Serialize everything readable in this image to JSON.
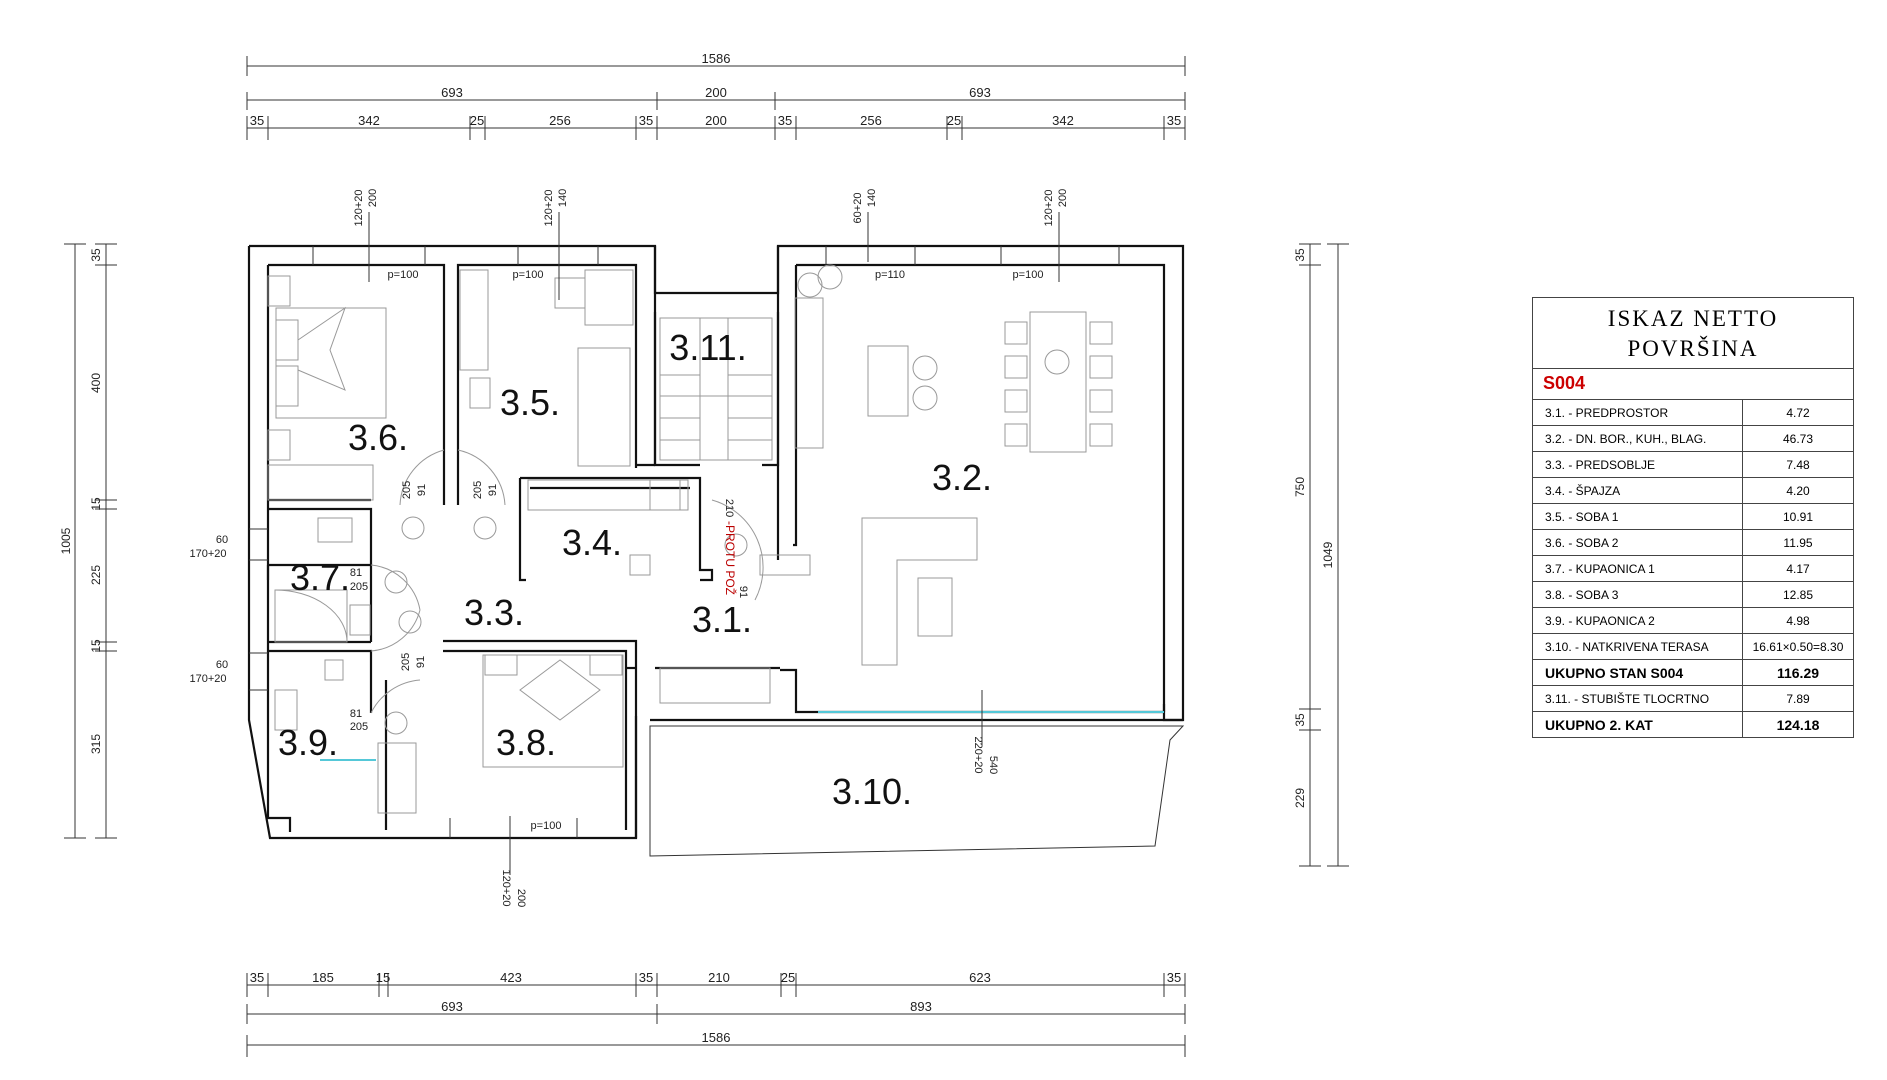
{
  "dimensions": {
    "top_total": "1586",
    "top_mid": [
      "693",
      "200",
      "693"
    ],
    "top_detail": [
      "35",
      "342",
      "25",
      "256",
      "35",
      "200",
      "35",
      "256",
      "25",
      "342",
      "35"
    ],
    "bottom_detail": [
      "35",
      "185",
      "15",
      "423",
      "35",
      "210",
      "25",
      "623",
      "35"
    ],
    "bottom_mid": [
      "693",
      "893"
    ],
    "bottom_total": "1586",
    "left_total": "1005",
    "left_detail": [
      "35",
      "400",
      "15",
      "225",
      "15",
      "315"
    ],
    "right_total": "1049",
    "right_detail": [
      "35",
      "750",
      "35",
      "229"
    ]
  },
  "windows": {
    "w1": [
      "200",
      "120+20"
    ],
    "w2": [
      "140",
      "120+20"
    ],
    "w3": [
      "140",
      "60+20"
    ],
    "w4": [
      "200",
      "120+20"
    ],
    "w5": [
      "60",
      "170+20"
    ],
    "w6": [
      "60",
      "170+20"
    ],
    "w7": [
      "200",
      "120+20"
    ],
    "w8": [
      "540",
      "220+20"
    ]
  },
  "parapets": [
    "p=100",
    "p=100",
    "p=110",
    "p=100",
    "p=100"
  ],
  "doors": {
    "d36": [
      "91",
      "205"
    ],
    "d35": [
      "91",
      "205"
    ],
    "d37": [
      "81",
      "205"
    ],
    "d38": [
      "91",
      "205"
    ],
    "d39": [
      "81",
      "205"
    ],
    "d31": [
      "210",
      "91"
    ]
  },
  "fire_door_label": "-PROTU POŽ",
  "rooms": {
    "r31": "3.1.",
    "r32": "3.2.",
    "r33": "3.3.",
    "r34": "3.4.",
    "r35": "3.5.",
    "r36": "3.6.",
    "r37": "3.7.",
    "r38": "3.8.",
    "r39": "3.9.",
    "r310": "3.10.",
    "r311": "3.11."
  },
  "table": {
    "title_line1": "ISKAZ NETTO",
    "title_line2": "POVRŠINA",
    "code": "S004",
    "rows": [
      {
        "label": "3.1. - PREDPROSTOR",
        "value": "4.72"
      },
      {
        "label": "3.2. - DN. BOR., KUH., BLAG.",
        "value": "46.73"
      },
      {
        "label": "3.3. - PREDSOBLJE",
        "value": "7.48"
      },
      {
        "label": "3.4. - ŠPAJZA",
        "value": "4.20"
      },
      {
        "label": "3.5. - SOBA 1",
        "value": "10.91"
      },
      {
        "label": "3.6. - SOBA 2",
        "value": "11.95"
      },
      {
        "label": "3.7. - KUPAONICA 1",
        "value": "4.17"
      },
      {
        "label": "3.8. - SOBA 3",
        "value": "12.85"
      },
      {
        "label": "3.9. - KUPAONICA 2",
        "value": "4.98"
      },
      {
        "label": "3.10. - NATKRIVENA TERASA",
        "value": "16.61×0.50=8.30"
      },
      {
        "label": "UKUPNO STAN S004",
        "value": "116.29"
      },
      {
        "label": "3.11. - STUBIŠTE TLOCRTNO",
        "value": "7.89"
      },
      {
        "label": "UKUPNO 2. KAT",
        "value": "124.18"
      }
    ]
  }
}
